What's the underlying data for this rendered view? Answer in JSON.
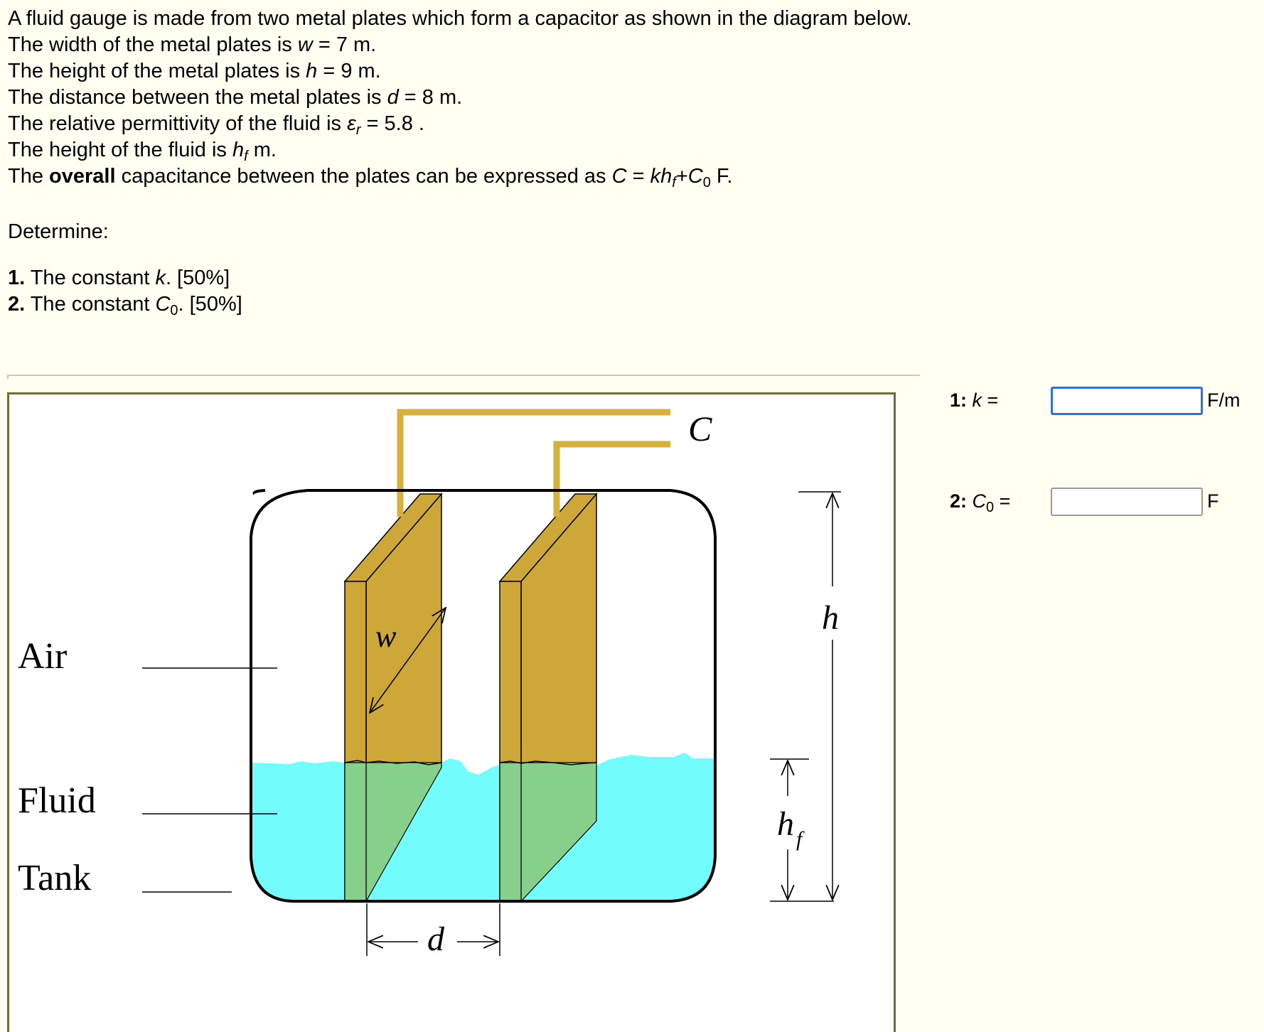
{
  "problem": {
    "intro": "A fluid gauge is made from two metal plates which form a capacitor as shown in the diagram below.",
    "width_prefix": "The width of the metal plates is ",
    "width_var": "w",
    "width_value": " = 7 m.",
    "height_prefix": "The height of the metal plates is ",
    "height_var": "h",
    "height_value": " = 9 m.",
    "distance_prefix": "The distance between the metal plates is ",
    "distance_var": "d",
    "distance_value": " = 8 m.",
    "perm_prefix": "The relative permittivity of the fluid is ",
    "perm_var": "ε",
    "perm_sub": "r",
    "perm_value": " = 5.8 .",
    "fluid_prefix": "The height of the fluid is ",
    "fluid_var": "h",
    "fluid_sub": "f",
    "fluid_suffix": " m.",
    "overall_prefix": "The ",
    "overall_bold": "overall",
    "overall_mid": " capacitance between the plates can be expressed as ",
    "overall_c": "C",
    "overall_eq": " = ",
    "overall_k": "kh",
    "overall_ksub": "f",
    "overall_plus": "+",
    "overall_c0": "C",
    "overall_c0sub": "0",
    "overall_unit": " F.",
    "determine": "Determine:",
    "q1_num": "1.",
    "q1_text": " The constant ",
    "q1_var": "k",
    "q1_end": ". [50%]",
    "q2_num": "2.",
    "q2_text": " The constant ",
    "q2_var": "C",
    "q2_sub": "0",
    "q2_end": ". [50%]"
  },
  "diagram": {
    "label_c": "C",
    "label_w": "w",
    "label_h": "h",
    "label_hf": "h",
    "label_hf_sub": "f",
    "label_d": "d",
    "label_air": "Air",
    "label_fluid": "Fluid",
    "label_tank": "Tank",
    "colors": {
      "plate": "#cda838",
      "fluid": "#72fcfc",
      "plate_in_fluid": "#86d08c",
      "lead": "#d7b13d",
      "tank": "#000000"
    }
  },
  "answers": {
    "a1_num": "1: ",
    "a1_var": "k",
    "a1_eq": " =",
    "a1_value": "",
    "a1_unit": "F/m",
    "a2_num": "2: ",
    "a2_var": "C",
    "a2_sub": "0",
    "a2_eq": " =",
    "a2_value": "",
    "a2_unit": "F"
  }
}
